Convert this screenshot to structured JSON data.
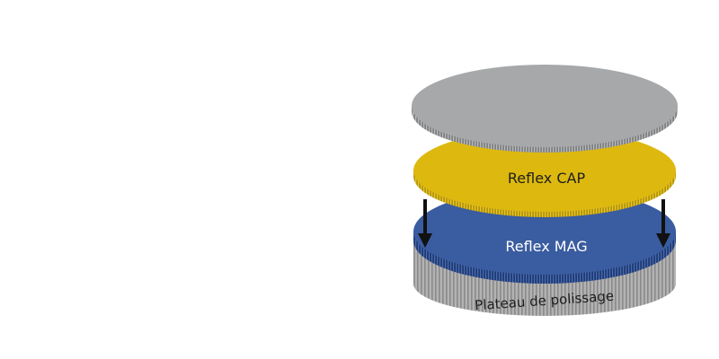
{
  "diagram": {
    "layers": {
      "top_disc": {
        "label": "",
        "color": "#a7a8aa"
      },
      "cap": {
        "label": "Reflex CAP",
        "color": "#ddb90f",
        "text_color": "#1e1e1e"
      },
      "mag": {
        "label": "Reflex MAG",
        "color": "#3a5ca0",
        "text_color": "#ffffff"
      },
      "plateau": {
        "label": "Plateau de polissage",
        "color": "#a9a9a9",
        "text_color": "#1e1e1e"
      }
    },
    "arrows": {
      "color": "#111111",
      "direction": "down",
      "count": 2
    },
    "background": "#ffffff"
  }
}
